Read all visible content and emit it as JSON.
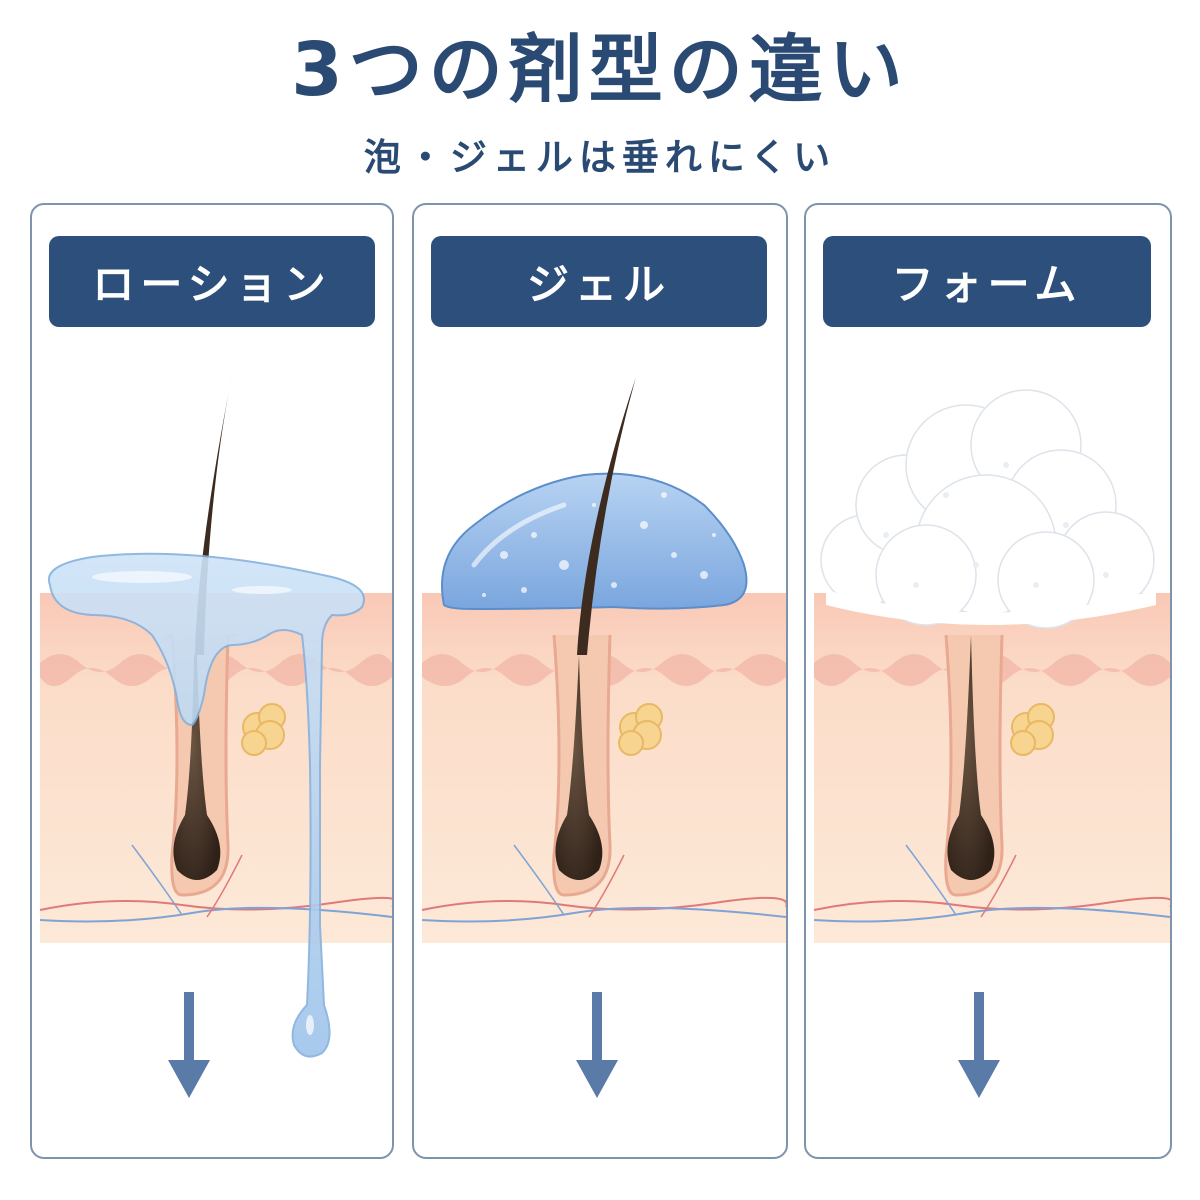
{
  "title": "3つの剤型の違い",
  "subtitle": "泡・ジェルは垂れにくい",
  "panels": [
    {
      "label": "ローション",
      "icon": "lotion-dripping-illustration"
    },
    {
      "label": "ジェル",
      "icon": "gel-stays-illustration"
    },
    {
      "label": "フォーム",
      "icon": "foam-stays-illustration"
    }
  ],
  "colors": {
    "navy": "#2d4f7c",
    "arrow": "#5a7aa8",
    "skin": "#fbe2cd",
    "hair": "#3d2b1f",
    "lotion": "#a9cdef",
    "foam": "#ffffff"
  }
}
